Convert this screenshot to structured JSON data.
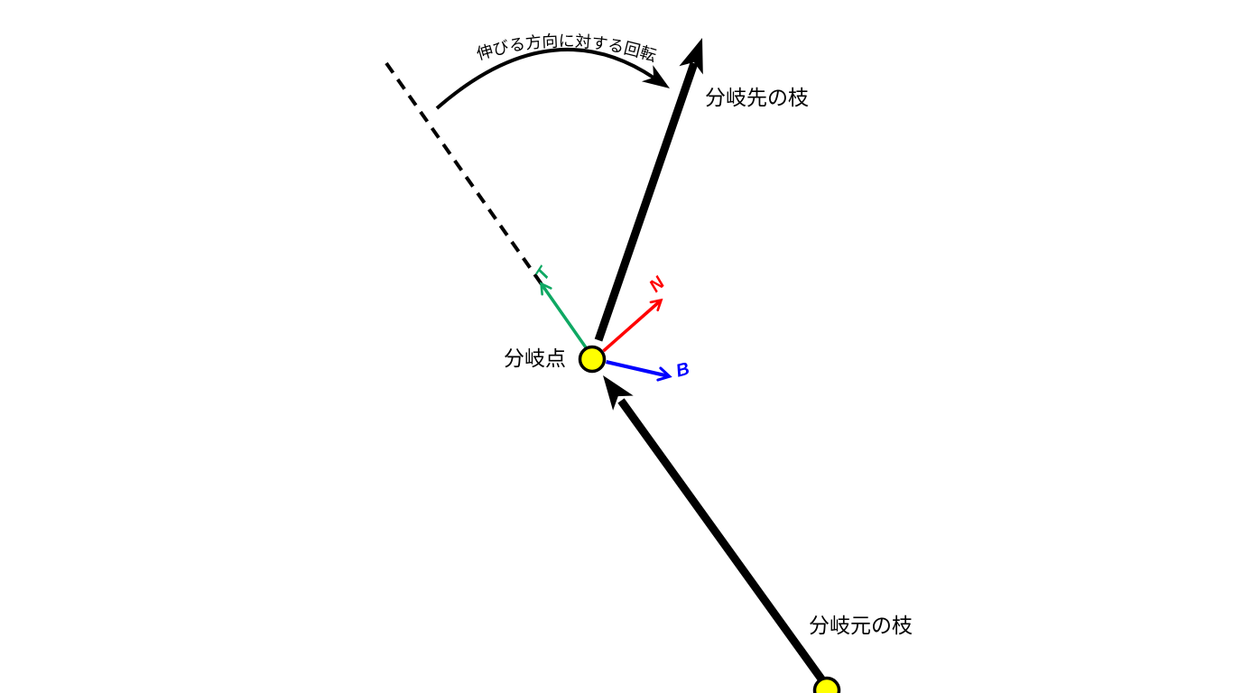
{
  "diagram": {
    "labels": {
      "branch_point": "分岐点",
      "destination_branch": "分岐先の枝",
      "source_branch": "分岐元の枝",
      "rotation_annotation": "伸びる方向に対する回転",
      "tangent_vector": "T",
      "normal_vector": "N",
      "binormal_vector": "B"
    },
    "colors": {
      "tangent_green": "#0FA863",
      "normal_red": "#FF0000",
      "binormal_blue": "#0000FF",
      "node_yellow": "#FFFF00",
      "line_black": "#000000"
    }
  }
}
